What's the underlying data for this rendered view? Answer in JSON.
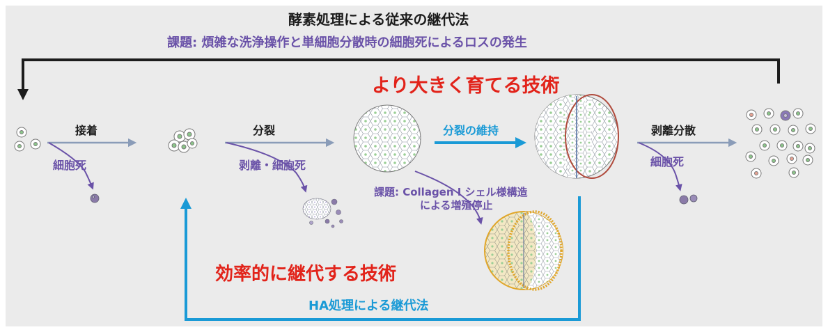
{
  "colors": {
    "background": "#ebebeb",
    "dark_arrow": "#1c1c1c",
    "grey_arrow": "#8a9cb8",
    "purple": "#6a52a8",
    "red_accent": "#e2231a",
    "blue_accent": "#1a9ad6",
    "gold": "#e0a62a",
    "cell_green": "#8cc68a",
    "cell_purple": "#8a78b8"
  },
  "top": {
    "title": "酵素処理による従来の継代法",
    "issue": "課題: 煩雑な洗浄操作と単細胞分散時の細胞死によるロスの発生"
  },
  "steps": {
    "attach": "接着",
    "attach_death": "細胞死",
    "divide": "分裂",
    "divide_loss": "剥離・細胞死",
    "maintain": "分裂の維持",
    "dissociate": "剥離分散",
    "dissociate_death": "細胞死"
  },
  "highlights": {
    "grow_bigger": "より大きく育てる技術",
    "efficient_passage": "効率的に継代する技術"
  },
  "issue_collagen": {
    "line1": "課題: Collagen I シェル様構造",
    "line2": "による増殖停止"
  },
  "bottom": {
    "ha_method": "HA処理による継代法"
  }
}
